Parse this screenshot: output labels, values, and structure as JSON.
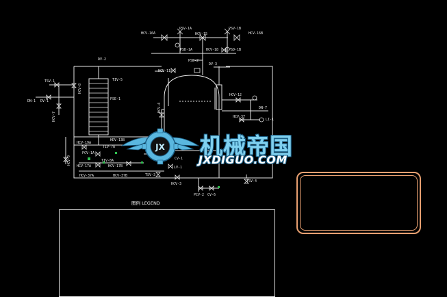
{
  "labels": [
    {
      "id": "psv-1a",
      "text": "PSV-1A"
    },
    {
      "id": "psv-1b",
      "text": "PSV-1B"
    },
    {
      "id": "hcv-16a",
      "text": "HCV-16A"
    },
    {
      "id": "hcv-15",
      "text": "HCV-15"
    },
    {
      "id": "hcv-16b",
      "text": "HCV-16B"
    },
    {
      "id": "psd-1a",
      "text": "PSD-1A"
    },
    {
      "id": "hcv-18",
      "text": "HCV-18"
    },
    {
      "id": "psd-1b",
      "text": "PSD-1B"
    },
    {
      "id": "dv-2",
      "text": "DV-2"
    },
    {
      "id": "hcv-11",
      "text": "HCV-11"
    },
    {
      "id": "pse-2",
      "text": "PSE-2"
    },
    {
      "id": "dv-3",
      "text": "DV-3"
    },
    {
      "id": "tsv-1",
      "text": "TSV-1"
    },
    {
      "id": "tiv-5",
      "text": "TIV-5"
    },
    {
      "id": "hcv-8",
      "text": "HCV-8"
    },
    {
      "id": "pse-1",
      "text": "PSE-1"
    },
    {
      "id": "hcv-12",
      "text": "HCV-12"
    },
    {
      "id": "dn-1",
      "text": "DN-1"
    },
    {
      "id": "dv-1",
      "text": "DV-1"
    },
    {
      "id": "hcv-7",
      "text": "HCV-7"
    },
    {
      "id": "hcv-4",
      "text": "HCV-4"
    },
    {
      "id": "hcv-37",
      "text": "HCV-37"
    },
    {
      "id": "dn-7",
      "text": "DN-7"
    },
    {
      "id": "li-1",
      "text": "LI-1"
    },
    {
      "id": "hcv-19a",
      "text": "HCV-19A"
    },
    {
      "id": "hdv-13b",
      "text": "HDV-13B"
    },
    {
      "id": "tiv-7a",
      "text": "TIV-7A"
    },
    {
      "id": "pcv-1a",
      "text": "PCV-1A"
    },
    {
      "id": "hcv-9",
      "text": "HCV-9"
    },
    {
      "id": "tiv-8a",
      "text": "TIV-8A"
    },
    {
      "id": "hcv-17a",
      "text": "HCV-17A"
    },
    {
      "id": "hcv-17b",
      "text": "HCV-17B"
    },
    {
      "id": "hcv-37a",
      "text": "HCV-37A"
    },
    {
      "id": "hcv-37b",
      "text": "HCV-37B"
    },
    {
      "id": "tsv-3",
      "text": "TSV-3"
    },
    {
      "id": "lv-1",
      "text": "LV-1"
    },
    {
      "id": "hcv-3",
      "text": "HCV-3"
    },
    {
      "id": "pcv-2",
      "text": "PCV-2"
    },
    {
      "id": "cv-6",
      "text": "CV-6"
    },
    {
      "id": "tsv-4",
      "text": "TSV-4"
    },
    {
      "id": "cv-1",
      "text": "CV-1"
    }
  ],
  "legend": {
    "title": "图例  LEGEND"
  },
  "watermark": {
    "chinese": "机械帝国",
    "english": "JXDIGUO.COM",
    "emblem": "JX"
  },
  "colors": {
    "background": "#000000",
    "line": "#e6e6e6",
    "accent_green": "#2fbf4f",
    "watermark_blue": "#5ab7df",
    "frame_orange": "#e8a071"
  }
}
